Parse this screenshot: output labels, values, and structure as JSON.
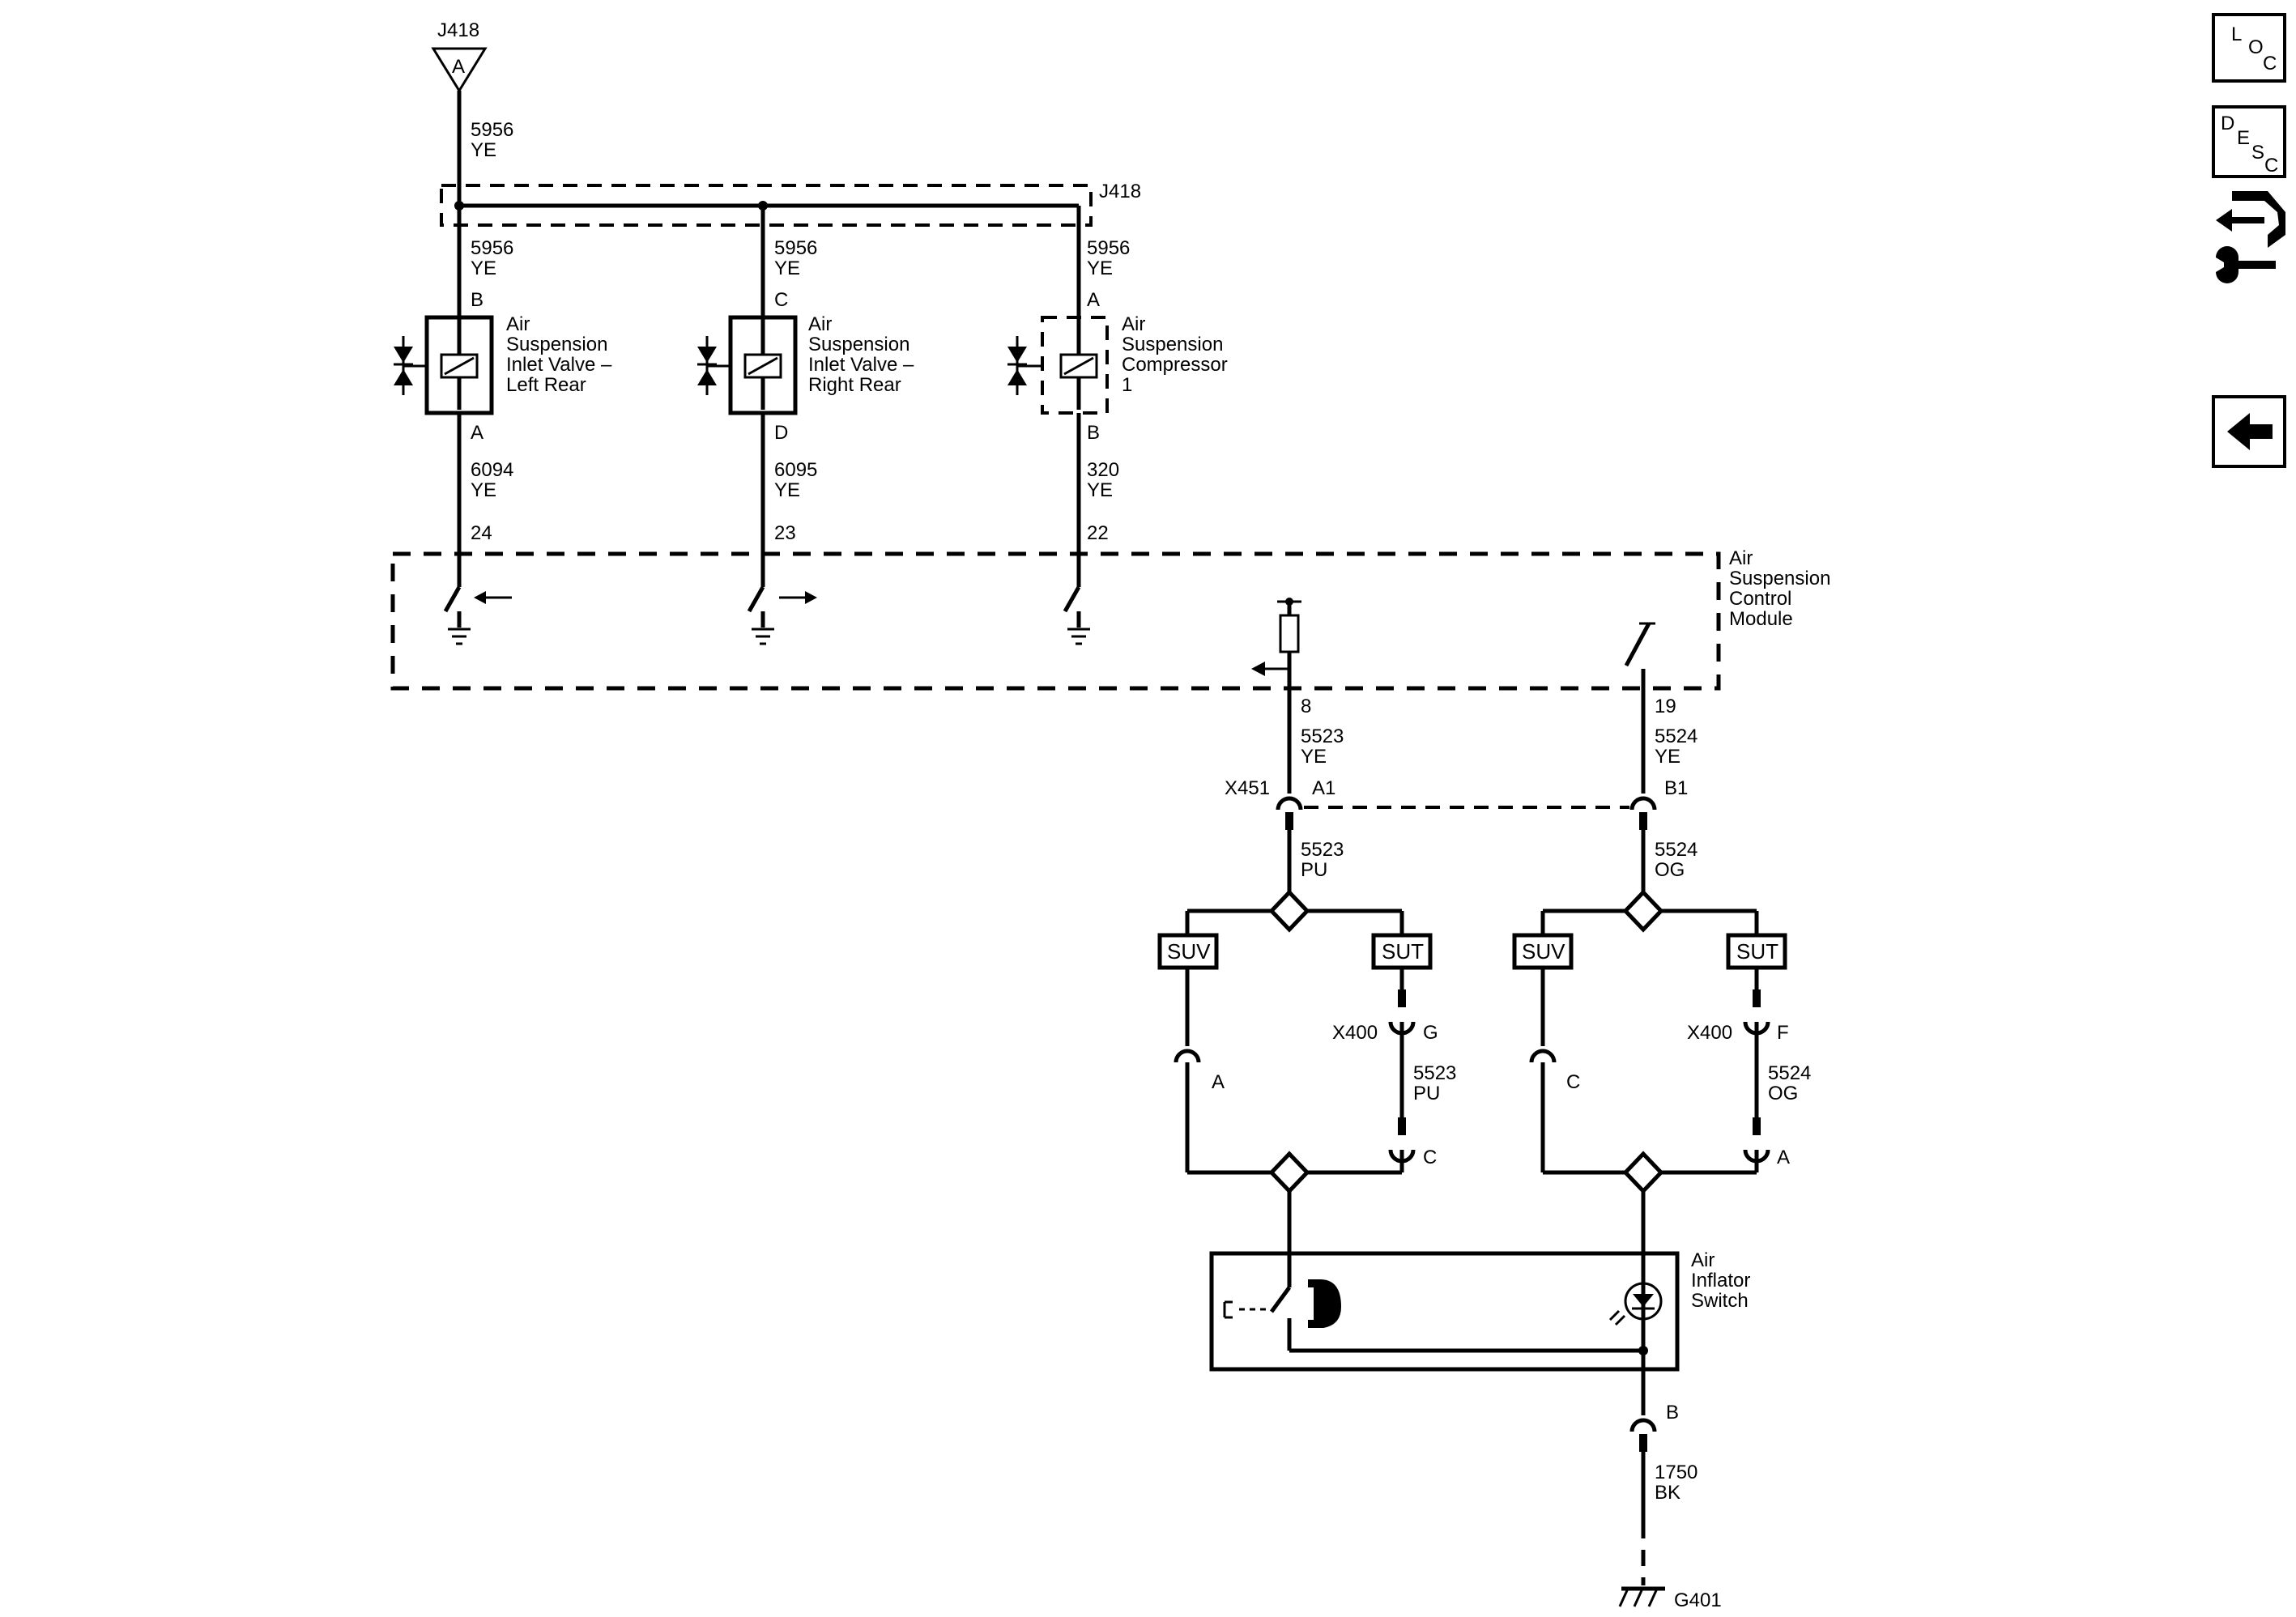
{
  "top_feed": {
    "connector": "J418",
    "pin": "A",
    "circuit": "5956",
    "color": "YE"
  },
  "splice": {
    "label": "J418"
  },
  "branches": [
    {
      "top_circuit": "5956",
      "top_color": "YE",
      "pin_top": "B",
      "name_lines": [
        "Air",
        "Suspension",
        "Inlet Valve –",
        "Left Rear"
      ],
      "pin_bottom": "A",
      "bottom_circuit": "6094",
      "bottom_color": "YE",
      "module_pin": "24"
    },
    {
      "top_circuit": "5956",
      "top_color": "YE",
      "pin_top": "C",
      "name_lines": [
        "Air",
        "Suspension",
        "Inlet Valve –",
        "Right Rear"
      ],
      "pin_bottom": "D",
      "bottom_circuit": "6095",
      "bottom_color": "YE",
      "module_pin": "23"
    },
    {
      "top_circuit": "5956",
      "top_color": "YE",
      "pin_top": "A",
      "name_lines": [
        "Air",
        "Suspension",
        "Compressor",
        "1"
      ],
      "pin_bottom": "B",
      "bottom_circuit": "320",
      "bottom_color": "YE",
      "module_pin": "22"
    }
  ],
  "module": {
    "name_lines": [
      "Air",
      "Suspension",
      "Control",
      "Module"
    ]
  },
  "outputs": [
    {
      "module_pin": "8",
      "circuit": "5523",
      "color": "YE",
      "inline_pin": "A1",
      "lower_circuit": "5523",
      "lower_color": "PU"
    },
    {
      "module_pin": "19",
      "circuit": "5524",
      "color": "YE",
      "inline_pin": "B1",
      "lower_circuit": "5524",
      "lower_color": "OG"
    }
  ],
  "inline_connector": {
    "label": "X451"
  },
  "options": [
    {
      "left_box": "SUV",
      "right_box": "SUT",
      "suv_pin": "A",
      "x400_label": "X400",
      "x400_pin": "G",
      "mid_circuit": "5523",
      "mid_color": "PU",
      "lower_pin": "C"
    },
    {
      "left_box": "SUV",
      "right_box": "SUT",
      "suv_pin": "C",
      "x400_label": "X400",
      "x400_pin": "F",
      "mid_circuit": "5524",
      "mid_color": "OG",
      "lower_pin": "A"
    }
  ],
  "switch": {
    "name_lines": [
      "Air",
      "Inflator",
      "Switch"
    ],
    "pin": "B",
    "circuit": "1750",
    "color": "BK",
    "ground": "G401"
  },
  "nav": {
    "loc": [
      "L",
      "O",
      "C"
    ],
    "desc": [
      "D",
      "E",
      "S",
      "C"
    ]
  }
}
